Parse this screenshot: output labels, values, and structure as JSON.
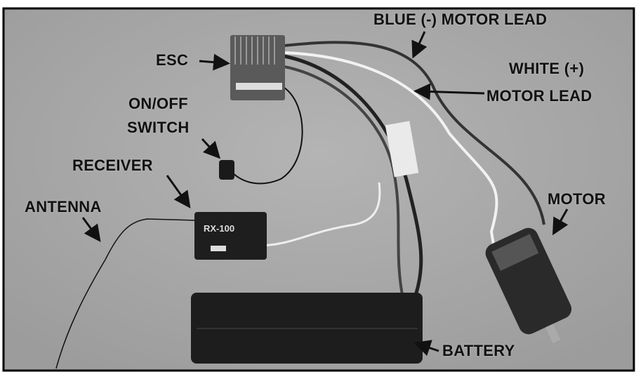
{
  "labels": {
    "blue_lead": "BLUE (-) MOTOR LEAD",
    "esc": "ESC",
    "white_lead_1": "WHITE (+)",
    "white_lead_2": "MOTOR LEAD",
    "switch_1": "ON/OFF",
    "switch_2": "SWITCH",
    "receiver": "RECEIVER",
    "antenna": "ANTENNA",
    "motor": "MOTOR",
    "battery": "BATTERY"
  },
  "receiver_marking": "RX-100",
  "colors": {
    "background": "#a9a9a9",
    "frame": "#000000"
  }
}
